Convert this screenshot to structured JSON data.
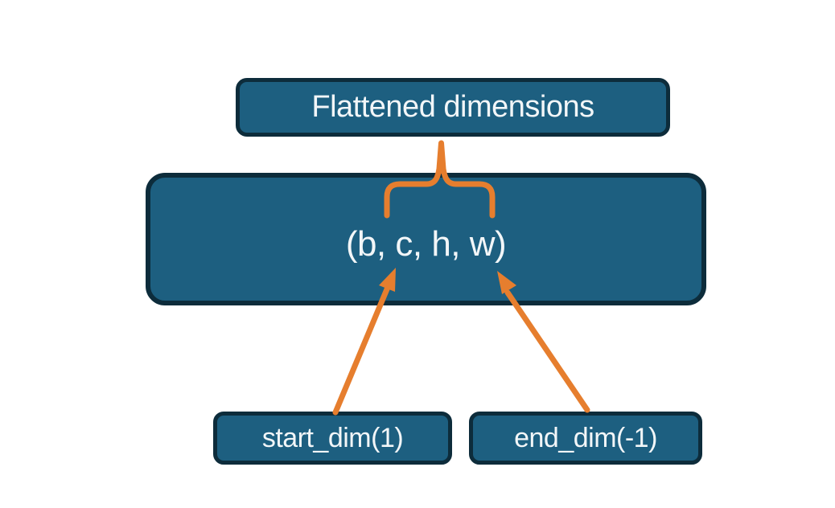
{
  "diagram": {
    "title_box": {
      "label": "Flattened dimensions"
    },
    "tensor_box": {
      "label": "(b, c, h, w)"
    },
    "start_box": {
      "label": "start_dim(1)"
    },
    "end_box": {
      "label": "end_dim(-1)"
    },
    "connectors": {
      "brace": "groups c, h, w into flattened dimension",
      "start_arrow": "start_dim(1) points to dim index 1",
      "end_arrow": "end_dim(-1) points to last dim"
    }
  },
  "colors": {
    "node-fill": "#1D5F80",
    "node-border": "#0D2C3B",
    "accent": "#E67E2E",
    "node-text": "#F2F6F8",
    "canvas-bg": "#FFFFFF"
  }
}
